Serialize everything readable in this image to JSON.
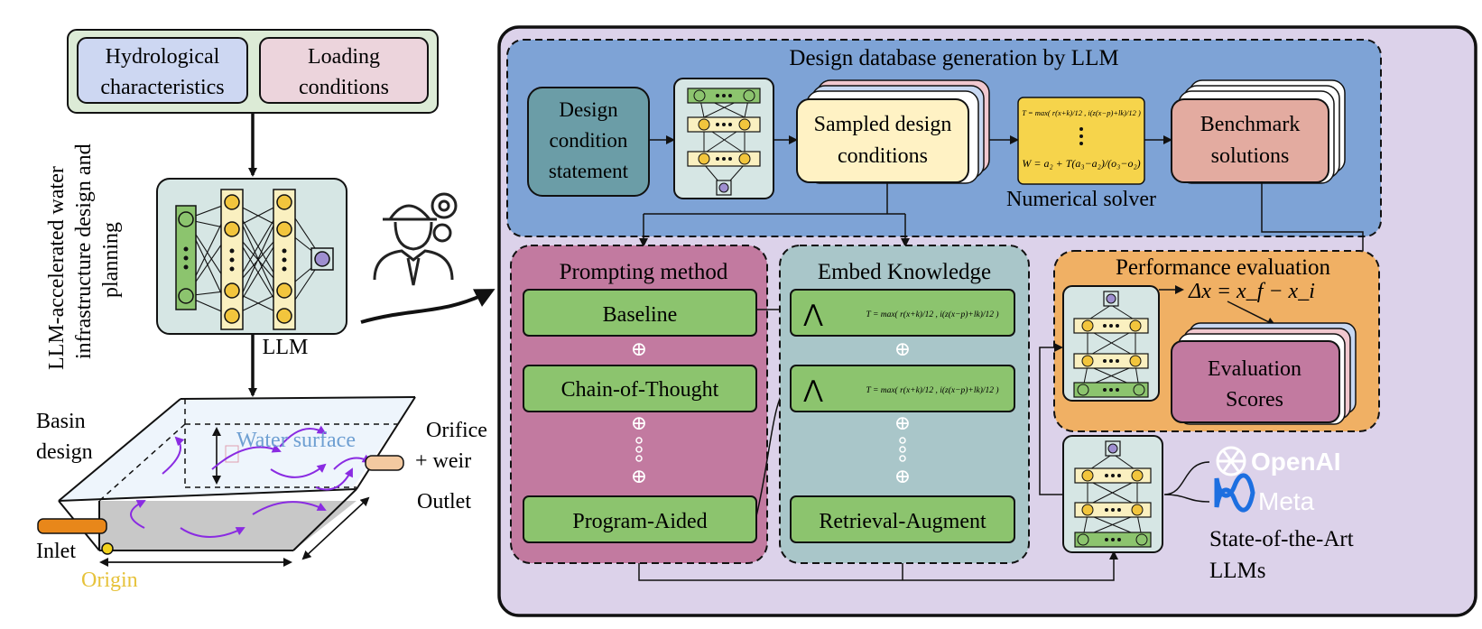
{
  "inputs": {
    "hydrological": [
      "Hydrological",
      "characteristics"
    ],
    "loading": [
      "Loading",
      "conditions"
    ]
  },
  "llm_label": "LLM",
  "side_title": [
    "LLM-accelerated water",
    "infrastructure design and",
    "planning"
  ],
  "basin": {
    "basin_design": [
      "Basin",
      "design"
    ],
    "water_surface": "Water surface",
    "orifice": [
      "Orifice",
      "+ weir"
    ],
    "outlet": "Outlet",
    "inlet": "Inlet",
    "origin": "Origin"
  },
  "database": {
    "title": "Design database generation by LLM",
    "statement": [
      "Design",
      "condition",
      "statement"
    ],
    "sampled": [
      "Sampled design",
      "conditions"
    ],
    "formula_T": "T = max( r(x+k)/12 , i(z(x−p)+lk)/12 )",
    "formula_W": "W = a₂ + T(a₃−a₂)/(o₃−o₂)",
    "solver": "Numerical solver",
    "benchmark": [
      "Benchmark",
      "solutions"
    ]
  },
  "prompting": {
    "title": "Prompting method",
    "items": [
      "Baseline",
      "Chain-of-Thought",
      "Program-Aided"
    ],
    "plus": "⊕"
  },
  "embed": {
    "title": "Embed Knowledge",
    "formula": "T = max( r(x+k)/12 , i(z(x−p)+lk)/12 )",
    "wedge": "⋀",
    "last": "Retrieval-Augment",
    "plus": "⊕"
  },
  "performance": {
    "title": "Performance evaluation",
    "delta": "Δx = x_f − x_i",
    "scores": [
      "Evaluation",
      "Scores"
    ]
  },
  "sota": {
    "openai": "OpenAI",
    "meta": "Meta",
    "label": [
      "State-of-the-Art",
      "LLMs"
    ]
  },
  "colors": {
    "db_blue": "#7ea3d6",
    "outer_purple": "#dcd2ea",
    "prompt_pink": "#c27aa0",
    "embed_teal": "#a9c6c9",
    "perf_orange": "#f0b064",
    "node_yellow": "#f2c53d",
    "box_green": "#8cc46e",
    "nn_bg": "#d6e6e4"
  }
}
